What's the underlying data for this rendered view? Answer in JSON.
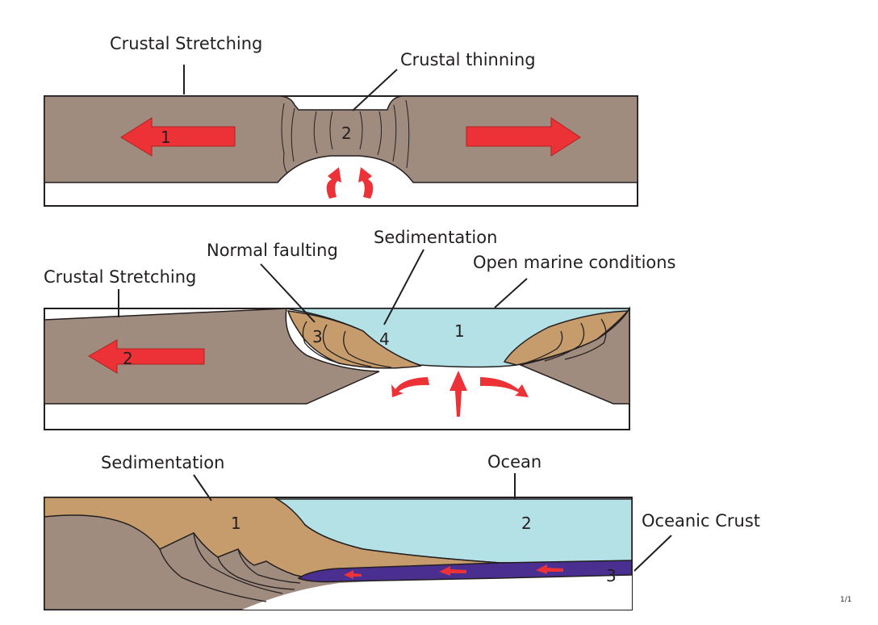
{
  "colors": {
    "crust": "#a08c7f",
    "crust_dark": "#8f7c70",
    "sediment": "#c69c6d",
    "ocean": "#b3e1e6",
    "oceanic_crust": "#4b2f90",
    "arrow": "#ed3237",
    "line": "#231f20"
  },
  "panel1": {
    "label_stretching": "Crustal Stretching",
    "label_thinning": "Crustal thinning",
    "num_1": "1",
    "num_2": "2"
  },
  "panel2": {
    "label_faulting": "Normal faulting",
    "label_sedimentation": "Sedimentation",
    "label_marine": "Open marine conditions",
    "label_stretching": "Crustal Stretching",
    "num_1": "1",
    "num_2": "2",
    "num_3": "3",
    "num_4": "4"
  },
  "panel3": {
    "label_sedimentation": "Sedimentation",
    "label_ocean": "Ocean",
    "label_oceanic_crust": "Oceanic Crust",
    "num_1": "1",
    "num_2": "2",
    "num_3": "3"
  },
  "page_number": "1/1"
}
